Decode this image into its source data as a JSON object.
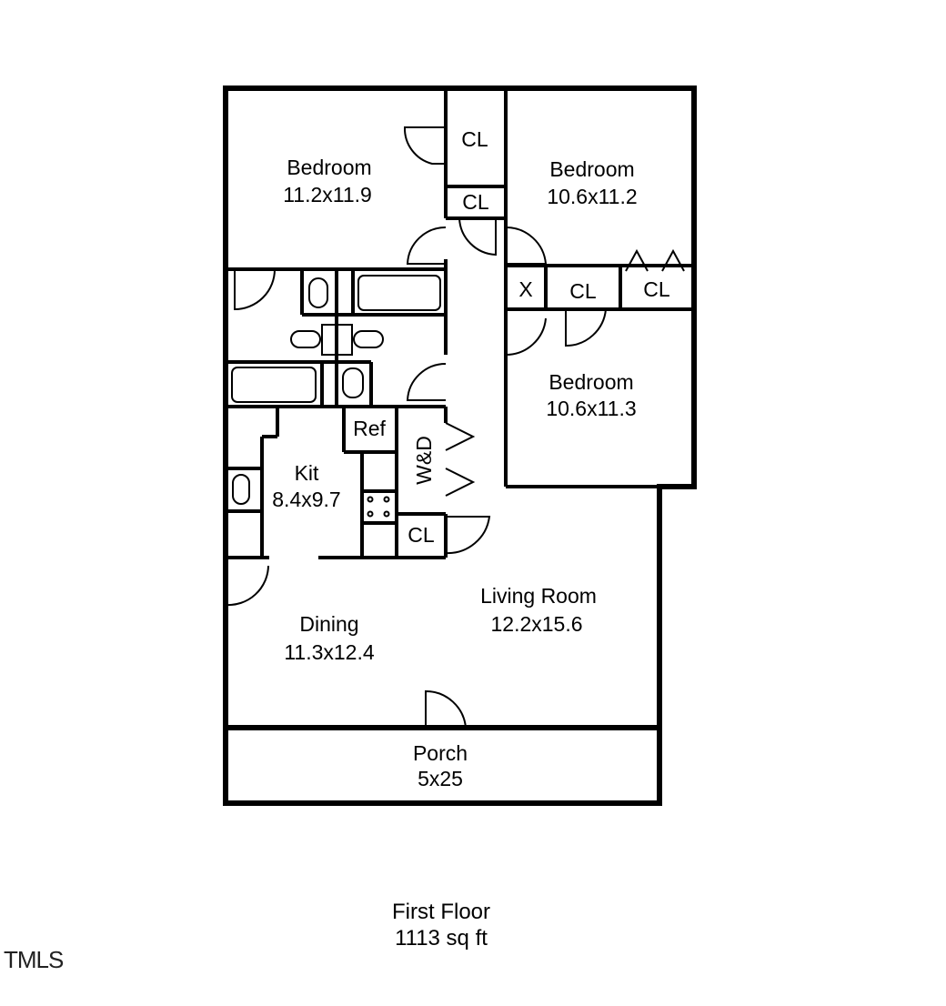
{
  "rooms": {
    "bedroom1": {
      "name": "Bedroom",
      "size": "11.2x11.9"
    },
    "bedroom2": {
      "name": "Bedroom",
      "size": "10.6x11.2"
    },
    "bedroom3": {
      "name": "Bedroom",
      "size": "10.6x11.3"
    },
    "kitchen": {
      "name": "Kit",
      "size": "8.4x9.7"
    },
    "dining": {
      "name": "Dining",
      "size": "11.3x12.4"
    },
    "living": {
      "name": "Living Room",
      "size": "12.2x15.6"
    },
    "porch": {
      "name": "Porch",
      "size": "5x25"
    }
  },
  "labels": {
    "closet": "CL",
    "x": "X",
    "ref": "Ref",
    "washer_dryer": "W&D"
  },
  "caption": {
    "floor": "First Floor",
    "area": "1113 sq ft"
  },
  "watermark": "TMLS"
}
